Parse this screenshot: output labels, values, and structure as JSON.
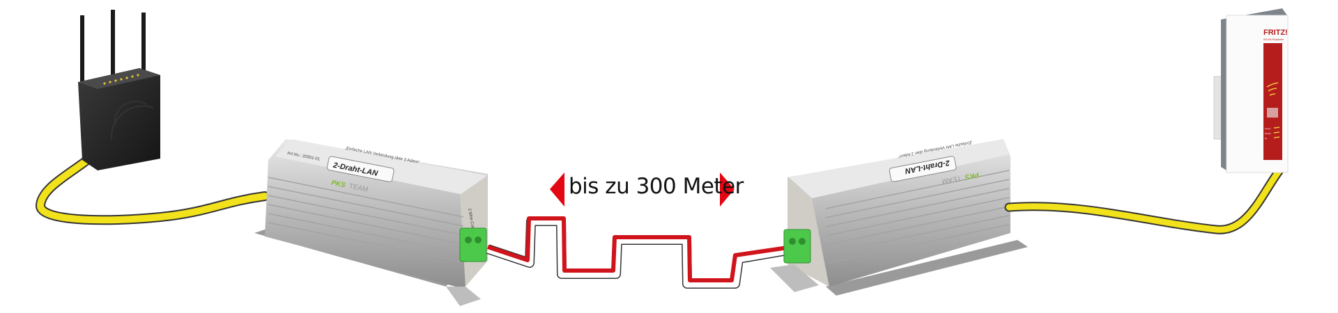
{
  "distance_label": "bis zu 300 Meter",
  "device": {
    "product_name": "2-Draht-LAN",
    "slogan": "„Einfache LAN Verbindung über 2 Adern“",
    "brand_bold": "PKS",
    "brand_light": "TEAM",
    "article_no": "Art.No.: 20501-01",
    "port_label": "2 Wire Connection"
  },
  "repeater": {
    "brand": "FRITZ!",
    "subtitle": "WLAN Repeater",
    "led_labels": [
      "Power",
      "WLAN",
      "W"
    ]
  },
  "colors": {
    "ethernet_cable": "#f2e21b",
    "two_wire_red": "#d0141b",
    "arrow_red": "#e30613",
    "connector_green": "#4cc94a",
    "repeater_red": "#b51d1d"
  }
}
